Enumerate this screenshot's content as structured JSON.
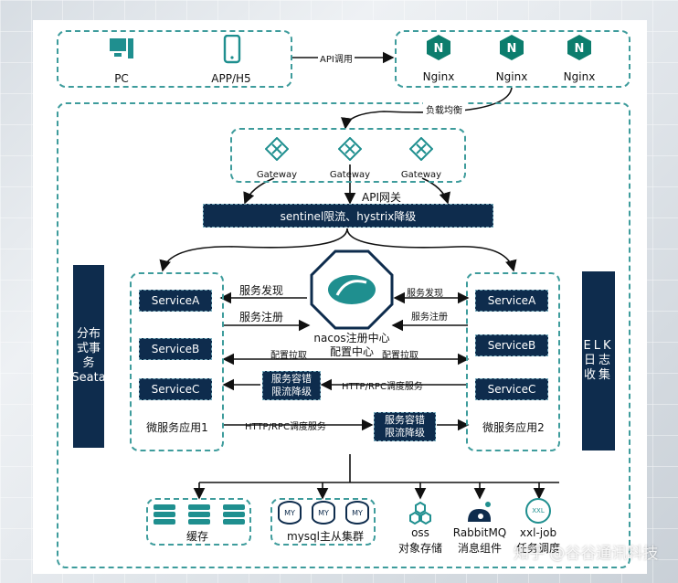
{
  "clients": {
    "pc": "PC",
    "app": "APP/H5"
  },
  "api_call": "API调用",
  "nginx": [
    "Nginx",
    "Nginx",
    "Nginx"
  ],
  "load_balance": "负载均衡",
  "gateways": [
    "Gateway",
    "Gateway",
    "Gateway"
  ],
  "api_gateway": "API网关",
  "sentinel_bar": "sentinel限流、hystrix降级",
  "left_panel": "分布式事务Seata",
  "right_panel": "ELK日志收集",
  "app1": {
    "services": [
      "ServiceA",
      "ServiceB",
      "ServiceC"
    ],
    "label": "微服务应用1"
  },
  "app2": {
    "services": [
      "ServiceA",
      "ServiceB",
      "ServiceC"
    ],
    "label": "微服务应用2"
  },
  "nacos": {
    "line1": "nacos注册中心",
    "line2": "配置中心"
  },
  "arrows": {
    "discover_l": "服务发现",
    "register_l": "服务注册",
    "discover_r": "服务发现",
    "register_r": "服务注册",
    "config_l": "配置拉取",
    "config_r": "配置拉取",
    "http_rpc_1": "HTTP/RPC调度服务",
    "http_rpc_2": "HTTP/RPC调度服务"
  },
  "fault_box": "服务容错限流降级",
  "storage": {
    "cache": "缓存",
    "mysql": "mysql主从集群",
    "mysql_icon_text": "MY",
    "oss_line1": "oss",
    "oss_line2": "对象存储",
    "mq_line1": "RabbitMQ",
    "mq_line2": "消息组件",
    "xxl_line1": "xxl-job",
    "xxl_line2": "任务调度",
    "xxl_icon_text": "XXL"
  },
  "watermark": "知乎 @谷谷通讯科技",
  "colors": {
    "navy": "#0e2c4d",
    "teal": "#1f8f8f",
    "dash": "#3e9c9c"
  }
}
